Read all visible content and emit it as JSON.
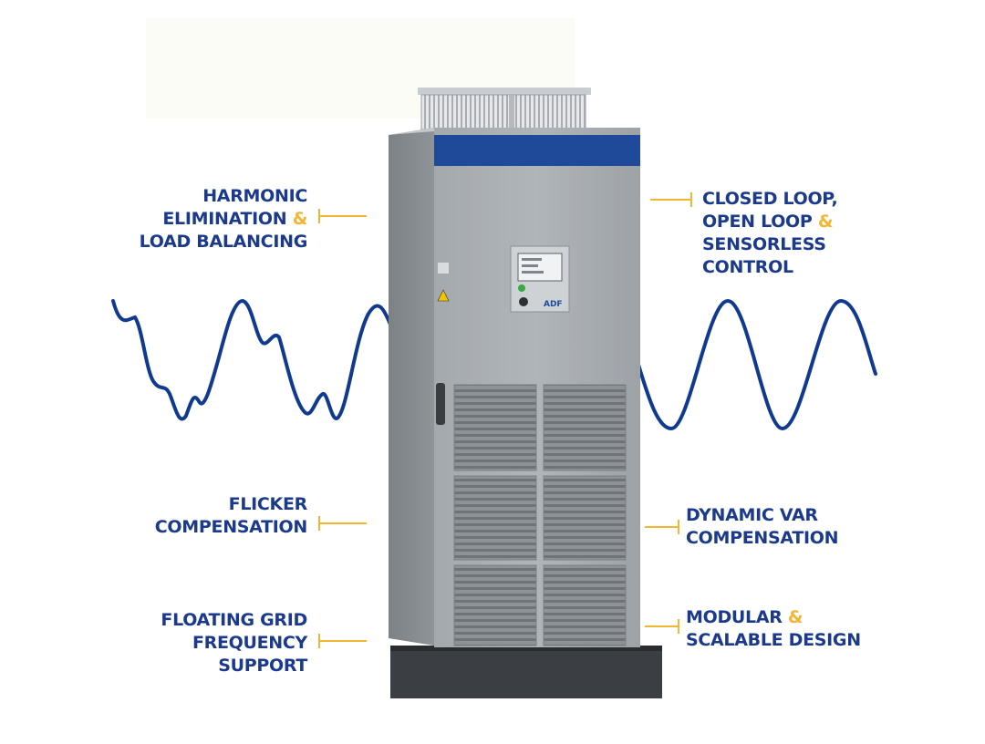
{
  "colors": {
    "label_text": "#1b3a8c",
    "accent": "#f2b632",
    "wave": "#0f3a8f",
    "cabinet": "#9ea3a7",
    "cabinet_band": "#1f4a9a"
  },
  "panel": {
    "badge": "ADF"
  },
  "features": {
    "harmonic": {
      "line1": "HARMONIC",
      "line2a": "ELIMINATION ",
      "line2b": "&",
      "line3": "LOAD BALANCING"
    },
    "closed_loop": {
      "line1": "CLOSED LOOP,",
      "line2a": "OPEN LOOP ",
      "line2b": "&",
      "line3": "SENSORLESS",
      "line4": "CONTROL"
    },
    "flicker": {
      "line1": "FLICKER",
      "line2": "COMPENSATION"
    },
    "dynamic_var": {
      "line1": "DYNAMIC VAR",
      "line2": "COMPENSATION"
    },
    "floating_grid": {
      "line1": "FLOATING GRID",
      "line2": "FREQUENCY",
      "line3": "SUPPORT"
    },
    "modular": {
      "line1a": "MODULAR ",
      "line1b": "&",
      "line2": "SCALABLE DESIGN"
    }
  },
  "icons": {
    "wave": "sine-wave-icon",
    "cabinet": "filter-cabinet-illustration",
    "fan": "roof-fan-icon"
  }
}
